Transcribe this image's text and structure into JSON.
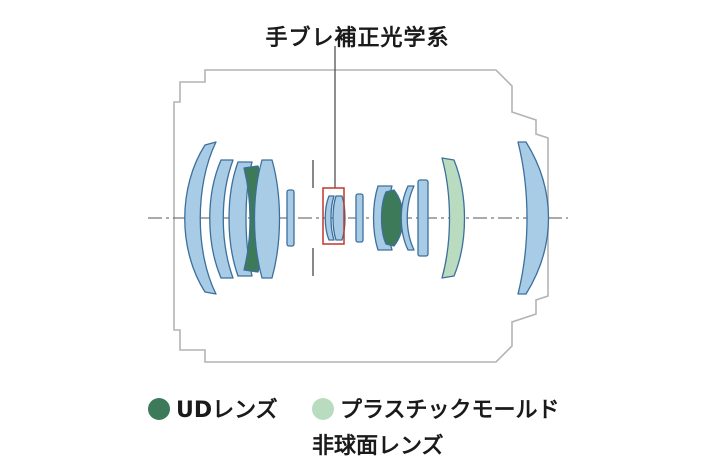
{
  "title": "手ブレ補正光学系",
  "legend": [
    {
      "label": "UDレンズ",
      "color": "#3d7a5a"
    },
    {
      "label": "プラスチックモールド",
      "label2": "非球面レンズ",
      "color": "#b9dcc0"
    }
  ],
  "colors": {
    "lens_blue": "#a8cce6",
    "lens_edge": "#3c6f9c",
    "ud_green": "#3d7a5a",
    "plastic_green": "#b9dcc0",
    "barrel_outline": "#b4b4b4",
    "stabilizer_box": "#c0392b"
  }
}
